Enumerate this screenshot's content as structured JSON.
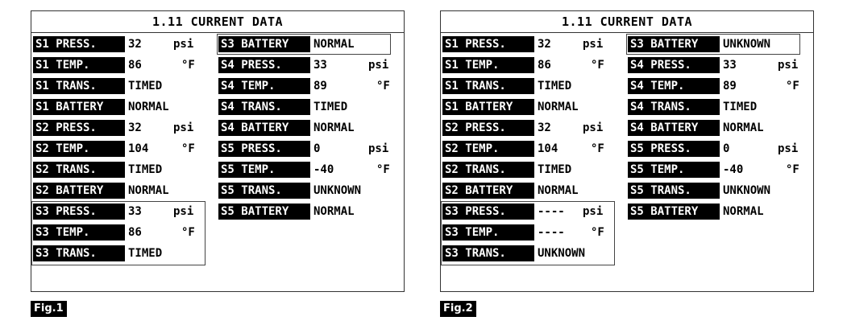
{
  "screens": [
    {
      "title": "1.11 CURRENT DATA",
      "fig": "Fig.1",
      "left_col": [
        {
          "label": "S1 PRESS.",
          "value": "32",
          "unit": "psi"
        },
        {
          "label": "S1 TEMP.",
          "value": "86",
          "unit": "°F"
        },
        {
          "label": "S1 TRANS.",
          "value": "TIMED",
          "unit": ""
        },
        {
          "label": "S1 BATTERY",
          "value": "NORMAL",
          "unit": ""
        },
        {
          "label": "S2 PRESS.",
          "value": "32",
          "unit": "psi"
        },
        {
          "label": "S2 TEMP.",
          "value": "104",
          "unit": "°F"
        },
        {
          "label": "S2 TRANS.",
          "value": "TIMED",
          "unit": ""
        },
        {
          "label": "S2 BATTERY",
          "value": "NORMAL",
          "unit": ""
        },
        {
          "label": "S3 PRESS.",
          "value": "33",
          "unit": "psi"
        },
        {
          "label": "S3 TEMP.",
          "value": "86",
          "unit": "°F"
        },
        {
          "label": "S3 TRANS.",
          "value": "TIMED",
          "unit": ""
        }
      ],
      "right_col": [
        {
          "label": "S3 BATTERY",
          "value": "NORMAL",
          "unit": ""
        },
        {
          "label": "S4 PRESS.",
          "value": "33",
          "unit": "psi"
        },
        {
          "label": "S4 TEMP.",
          "value": "89",
          "unit": "°F"
        },
        {
          "label": "S4 TRANS.",
          "value": "TIMED",
          "unit": ""
        },
        {
          "label": "S4 BATTERY",
          "value": "NORMAL",
          "unit": ""
        },
        {
          "label": "S5 PRESS.",
          "value": "0",
          "unit": "psi"
        },
        {
          "label": "S5 TEMP.",
          "value": "-40",
          "unit": "°F"
        },
        {
          "label": "S5 TRANS.",
          "value": "UNKNOWN",
          "unit": ""
        },
        {
          "label": "S5 BATTERY",
          "value": "NORMAL",
          "unit": ""
        }
      ]
    },
    {
      "title": "1.11 CURRENT DATA",
      "fig": "Fig.2",
      "left_col": [
        {
          "label": "S1 PRESS.",
          "value": "32",
          "unit": "psi"
        },
        {
          "label": "S1 TEMP.",
          "value": "86",
          "unit": "°F"
        },
        {
          "label": "S1 TRANS.",
          "value": "TIMED",
          "unit": ""
        },
        {
          "label": "S1 BATTERY",
          "value": "NORMAL",
          "unit": ""
        },
        {
          "label": "S2 PRESS.",
          "value": "32",
          "unit": "psi"
        },
        {
          "label": "S2 TEMP.",
          "value": "104",
          "unit": "°F"
        },
        {
          "label": "S2 TRANS.",
          "value": "TIMED",
          "unit": ""
        },
        {
          "label": "S2 BATTERY",
          "value": "NORMAL",
          "unit": ""
        },
        {
          "label": "S3 PRESS.",
          "value": "----",
          "unit": "psi"
        },
        {
          "label": "S3 TEMP.",
          "value": "----",
          "unit": "°F"
        },
        {
          "label": "S3 TRANS.",
          "value": "UNKNOWN",
          "unit": ""
        }
      ],
      "right_col": [
        {
          "label": "S3 BATTERY",
          "value": "UNKNOWN",
          "unit": ""
        },
        {
          "label": "S4 PRESS.",
          "value": "33",
          "unit": "psi"
        },
        {
          "label": "S4 TEMP.",
          "value": "89",
          "unit": "°F"
        },
        {
          "label": "S4 TRANS.",
          "value": "TIMED",
          "unit": ""
        },
        {
          "label": "S4 BATTERY",
          "value": "NORMAL",
          "unit": ""
        },
        {
          "label": "S5 PRESS.",
          "value": "0",
          "unit": "psi"
        },
        {
          "label": "S5 TEMP.",
          "value": "-40",
          "unit": "°F"
        },
        {
          "label": "S5 TRANS.",
          "value": "UNKNOWN",
          "unit": ""
        },
        {
          "label": "S5 BATTERY",
          "value": "NORMAL",
          "unit": ""
        }
      ]
    }
  ]
}
